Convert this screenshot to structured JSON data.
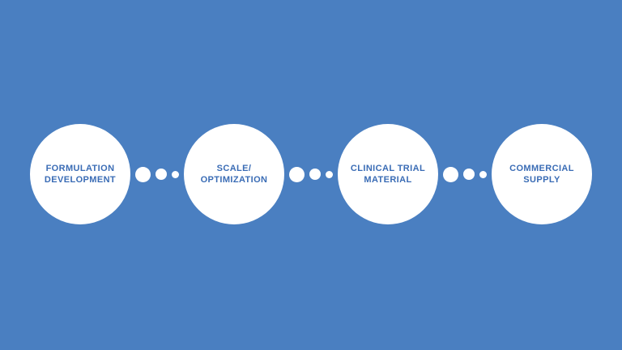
{
  "diagram": {
    "type": "process-flow",
    "stages": [
      {
        "label": "FORMULATION\nDEVELOPMENT"
      },
      {
        "label": "SCALE/\nOPTIMIZATION"
      },
      {
        "label": "CLINICAL TRIAL\nMATERIAL"
      },
      {
        "label": "COMMERCIAL\nSUPPLY"
      }
    ],
    "connector": {
      "style": "shrinking-dots",
      "dot_count": 3,
      "direction": "large-to-small-rightward"
    },
    "colors": {
      "background": "#4a7fc1",
      "circle": "#ffffff",
      "text": "#3a6cb5",
      "dots": "#ffffff"
    }
  }
}
